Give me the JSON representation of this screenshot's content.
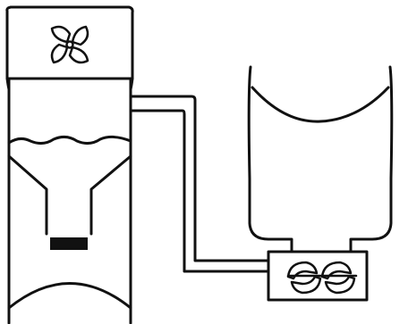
{
  "diagram": {
    "components": [
      {
        "id": "fan",
        "icon": "fan-icon"
      },
      {
        "id": "left-tower",
        "icon": "separator-tower"
      },
      {
        "id": "funnel-cone",
        "icon": "funnel-icon"
      },
      {
        "id": "discharge-block",
        "icon": "dark-block"
      },
      {
        "id": "hopper",
        "icon": "hopper-icon"
      },
      {
        "id": "feeder",
        "icon": "twin-rotor-icon"
      },
      {
        "id": "connecting-pipe",
        "icon": "double-line-pipe"
      }
    ],
    "colors": {
      "line": "#111111",
      "background": "#ffffff",
      "block": "#111111"
    }
  }
}
